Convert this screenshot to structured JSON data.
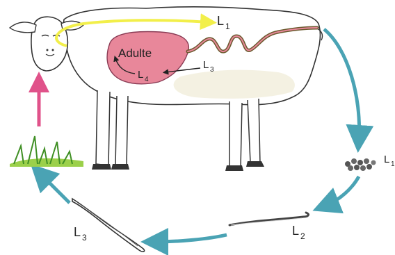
{
  "labels": {
    "adult": "Adulte",
    "l1_top": "L",
    "l1_top_sub": "1",
    "l3_sheep": "L",
    "l3_sheep_sub": "3",
    "l4": "L",
    "l4_sub": "4",
    "l1_right": "L",
    "l1_right_sub": "1",
    "l2": "L",
    "l2_sub": "2",
    "l3_bottom": "L",
    "l3_bottom_sub": "3"
  },
  "colors": {
    "cycle_arrow": "#4aa3b4",
    "ingestion_arrow": "#e0528a",
    "intestine_arrow": "#f2ef4a",
    "stomach_fill": "#e8879a",
    "grass": "#3f8f24",
    "worm": "#6b5a2e"
  },
  "icons": [
    "sheep-icon",
    "grass-icon",
    "egg-cluster-icon",
    "larva-icon"
  ]
}
